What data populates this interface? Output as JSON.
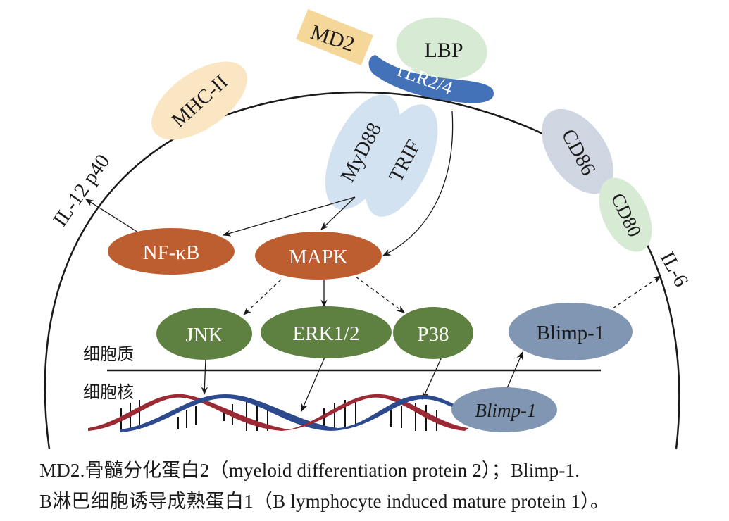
{
  "diagram": {
    "title": "LPS / TLR signaling in B cell",
    "nodes": {
      "md2": {
        "label": "MD2",
        "color": "#f6d79a"
      },
      "lbp": {
        "label": "LBP",
        "color": "#d7ead4"
      },
      "tlr": {
        "label": "TLR2/4",
        "color": "#4472b8"
      },
      "mhc": {
        "label": "MHC-II",
        "color": "#fbe6c4"
      },
      "myd88": {
        "label": "MyD88",
        "color": "#d3e2f0"
      },
      "trif": {
        "label": "TRIF",
        "color": "#d3e2f0"
      },
      "cd86": {
        "label": "CD86",
        "color": "#cfd6e2"
      },
      "cd80": {
        "label": "CD80",
        "color": "#d7ead4"
      },
      "nfkb": {
        "label": "NF-κB",
        "color": "#bd5e31"
      },
      "mapk": {
        "label": "MAPK",
        "color": "#bd5e31"
      },
      "jnk": {
        "label": "JNK",
        "color": "#5e8040"
      },
      "erk": {
        "label": "ERK1/2",
        "color": "#5e8040"
      },
      "p38": {
        "label": "P38",
        "color": "#5e8040"
      },
      "blimp_protein": {
        "label": "Blimp-1",
        "color": "#8096b2"
      },
      "blimp_gene": {
        "label": "Blimp-1",
        "color": "#8096b2"
      }
    },
    "outputs": {
      "il12": "IL-12 p40",
      "il6": "IL-6"
    },
    "regions": {
      "cytoplasm": "细胞质",
      "nucleus": "细胞核"
    },
    "dna_colors": {
      "strand_a": "#9b2a35",
      "strand_b": "#2e4a8e"
    }
  },
  "caption": {
    "line1": "MD2.骨髓分化蛋白2（myeloid differentiation protein 2）；Blimp-1.",
    "line2": "B淋巴细胞诱导成熟蛋白1（B lymphocyte induced mature protein 1）。"
  }
}
